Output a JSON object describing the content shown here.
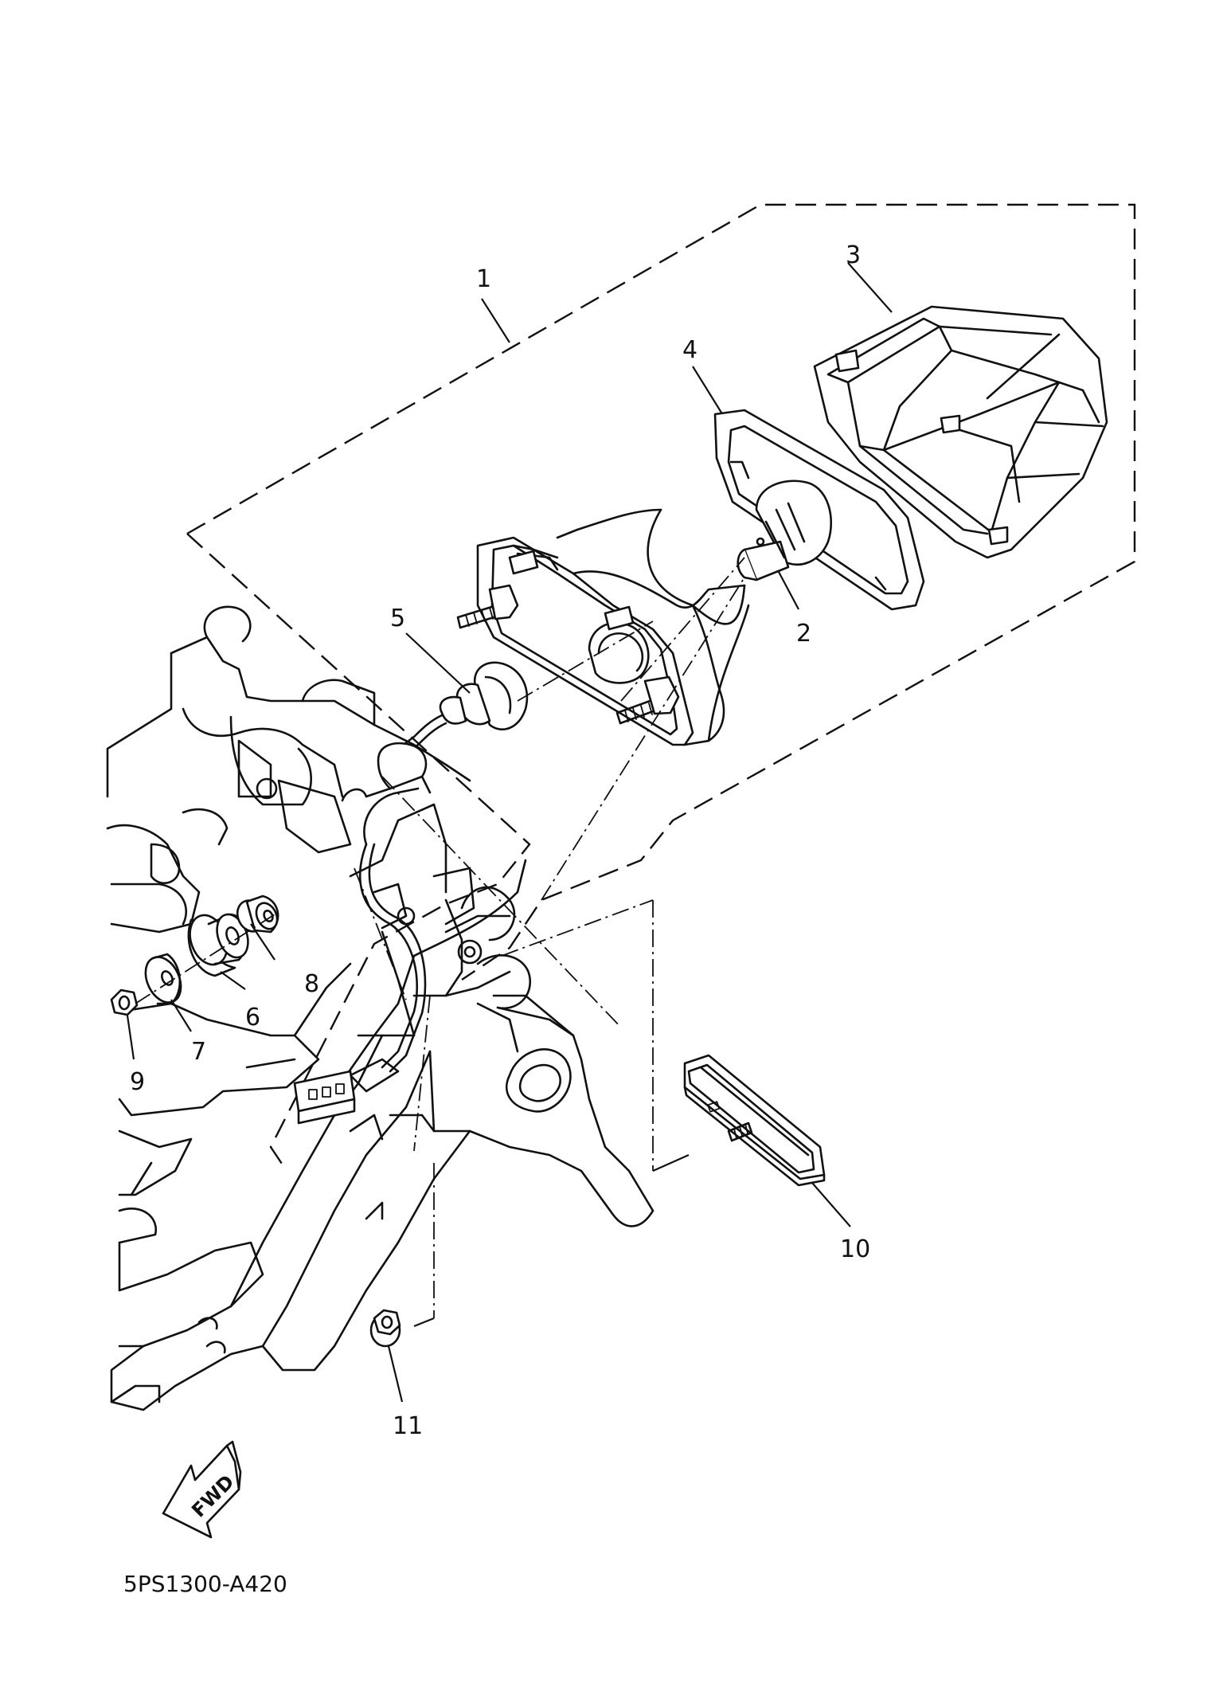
{
  "drawing_code": "5PS1300-A420",
  "fwd_label": "FWD",
  "callouts": [
    {
      "id": "c1",
      "number": "1"
    },
    {
      "id": "c2",
      "number": "2"
    },
    {
      "id": "c3",
      "number": "3"
    },
    {
      "id": "c4",
      "number": "4"
    },
    {
      "id": "c5",
      "number": "5"
    },
    {
      "id": "c6",
      "number": "6"
    },
    {
      "id": "c7",
      "number": "7"
    },
    {
      "id": "c8",
      "number": "8"
    },
    {
      "id": "c9",
      "number": "9"
    },
    {
      "id": "c10",
      "number": "10"
    },
    {
      "id": "c11",
      "number": "11"
    }
  ],
  "colors": {
    "ink": "#111111",
    "paper": "#ffffff"
  }
}
